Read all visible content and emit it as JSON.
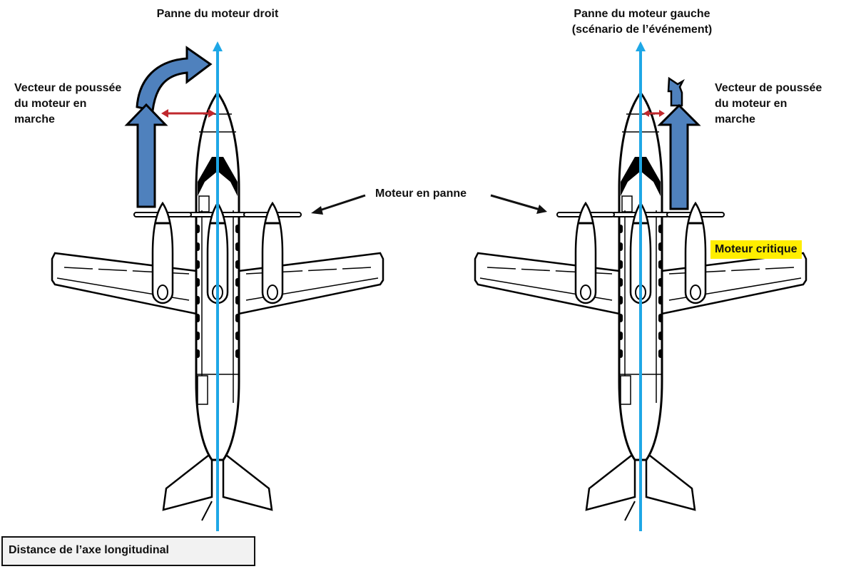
{
  "titles": {
    "left": "Panne du moteur droit",
    "right_line1": "Panne du moteur gauche",
    "right_line2": "(scénario de l’événement)"
  },
  "labels": {
    "thrust_vector_line1": "Vecteur de poussée",
    "thrust_vector_line2": "du moteur en",
    "thrust_vector_line3": "marche",
    "failed_engine": "Moteur en panne",
    "critical_engine": "Moteur critique"
  },
  "legend": {
    "text": "Distance de l’axe longitudinal"
  },
  "colors": {
    "thrust_arrow": "#4f81bd",
    "axis_line": "#1ea7e6",
    "distance_arrow": "#c0282d",
    "critical_highlight": "#ffee00"
  }
}
